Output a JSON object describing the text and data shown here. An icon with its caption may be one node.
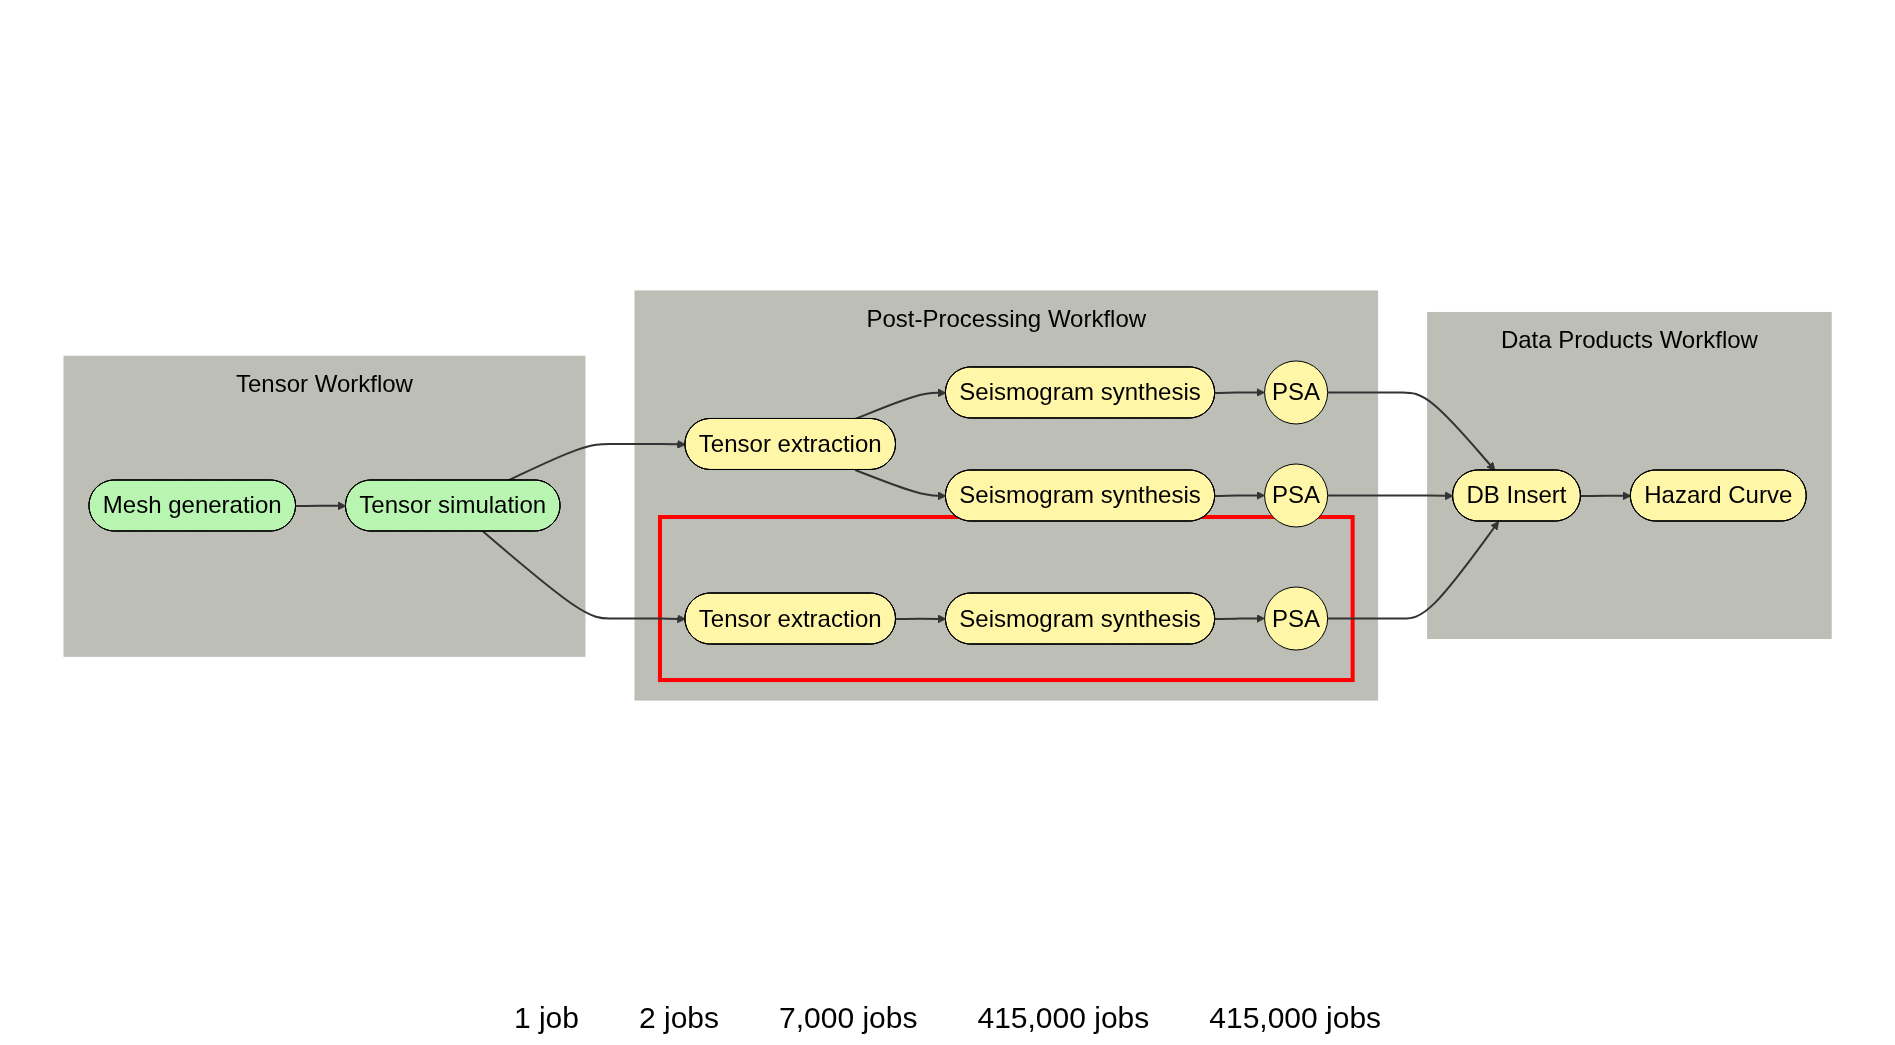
{
  "diagram": {
    "nodes": [
      {
        "text": [
          "Tensor Workflow"
        ]
      },
      {
        "text": [
          "Mesh generation"
        ],
        "in": 0
      },
      {
        "text": [
          "Tensor simulation"
        ],
        "in": 0
      },
      {
        "text": [
          "Post-Processing Workflow"
        ]
      },
      {
        "text": [
          "Tensor extraction"
        ],
        "in": 3
      },
      {
        "text": [
          "Seismogram synthesis"
        ],
        "in": 3
      },
      {
        "text": [
          "PSA"
        ],
        "in": 3
      },
      {
        "text": [
          "Seismogram synthesis"
        ],
        "in": 3
      },
      {
        "text": [
          "PSA"
        ],
        "in": 3
      },
      {
        "text": [],
        "shape": "box",
        "in": 3
      },
      {
        "text": [
          "Tensor extraction"
        ],
        "in": 9
      },
      {
        "text": [
          "Seismogram synthesis"
        ],
        "in": 9
      },
      {
        "text": [
          "PSA"
        ],
        "in": 9
      },
      {
        "text": [
          "Data Products Workflow"
        ]
      },
      {
        "text": [
          "DB Insert"
        ],
        "in": 13
      },
      {
        "text": [
          "Hazard Curve"
        ],
        "in": 13
      }
    ],
    "edges": [
      {
        "from": 1,
        "to": 2,
        "arrow": "to"
      },
      {
        "from": 2,
        "to": 4,
        "arrow": "to"
      },
      {
        "from": 2,
        "to": 10,
        "arrow": "to"
      },
      {
        "from": 4,
        "to": 5,
        "arrow": "to"
      },
      {
        "from": 4,
        "to": 7,
        "arrow": "to"
      },
      {
        "from": 5,
        "to": 6,
        "arrow": "to"
      },
      {
        "from": 7,
        "to": 8,
        "arrow": "to"
      },
      {
        "from": 10,
        "to": 11,
        "arrow": "to"
      },
      {
        "from": 11,
        "to": 12,
        "arrow": "to"
      },
      {
        "from": 6,
        "to": 14,
        "arrow": "to"
      },
      {
        "from": 8,
        "to": 14,
        "arrow": "to"
      },
      {
        "from": 12,
        "to": 14,
        "arrow": "to"
      },
      {
        "from": 14,
        "to": 15,
        "arrow": "to"
      }
    ],
    "labels": [
      "1 job",
      "2 jobs",
      "7,000 jobs",
      "415,000 jobs",
      "415,000 jobs"
    ]
  }
}
